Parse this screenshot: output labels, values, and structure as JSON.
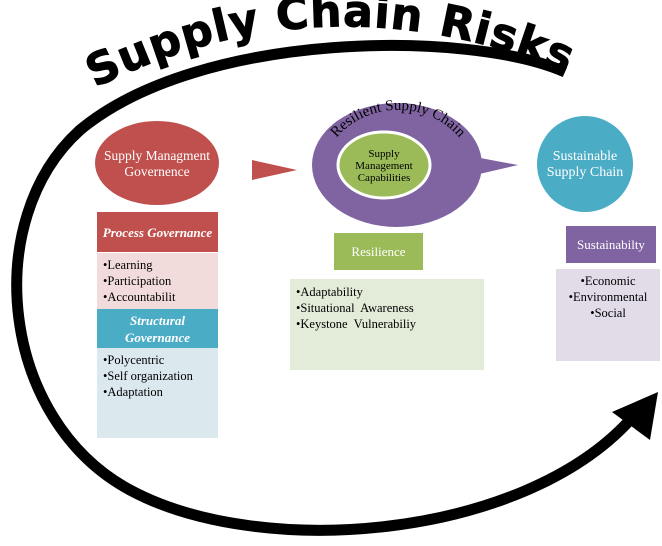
{
  "title": "Supply Chain Risks",
  "stage1": {
    "label": "Supply Managment Governence",
    "color": "#c0504d",
    "process": {
      "header": "Process Governance",
      "items": [
        "•Learning",
        "•Participation",
        "•Accountabilit"
      ]
    },
    "structural": {
      "header": "Structural Governance",
      "items": [
        "•Polycentric",
        "•Self organization",
        "•Adaptation"
      ]
    }
  },
  "stage2": {
    "outer_label": "Resilient Supply Chain",
    "inner_label": "Supply Management Capabilities",
    "color": "#8064a2",
    "inner_color": "#9bbb59",
    "box_header": "Resilience",
    "items": [
      "•Adaptability",
      "•Situational  Awareness",
      "•Keystone  Vulnerabiliy"
    ]
  },
  "stage3": {
    "label": "Sustainable Supply Chain",
    "color": "#4bacc6",
    "box_header": "Sustainabilty",
    "items": [
      "•Economic",
      "•Environmental",
      "•Social"
    ]
  }
}
